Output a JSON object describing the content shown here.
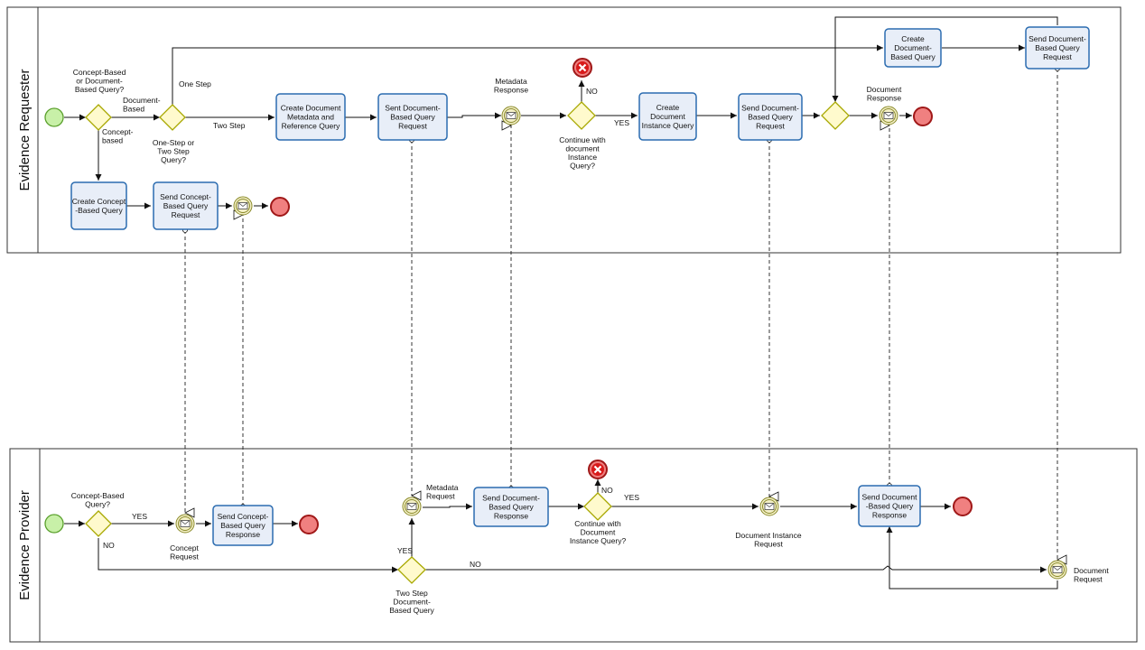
{
  "pools": {
    "requester": {
      "title": "Evidence Requester"
    },
    "provider": {
      "title": "Evidence Provider"
    }
  },
  "tasks": {
    "r_create_doc_based": [
      "Create",
      "Document-",
      "Based Query"
    ],
    "r_send_doc_based_top": [
      "Send Document-",
      "Based Query",
      "Request"
    ],
    "r_create_doc_metadata": [
      "Create Document",
      "Metadata and",
      "Reference Query"
    ],
    "r_sent_doc_based": [
      "Sent Document-",
      "Based Query",
      "Request"
    ],
    "r_create_doc_instance": [
      "Create",
      "Document",
      "Instance Query"
    ],
    "r_send_doc_based_mid": [
      "Send Document-",
      "Based Query",
      "Request"
    ],
    "r_create_concept": [
      "Create Concept",
      "-Based Query"
    ],
    "r_send_concept": [
      "Send Concept-",
      "Based Query",
      "Request"
    ],
    "p_send_concept_resp": [
      "Send Concept-",
      "Based Query",
      "Response"
    ],
    "p_send_doc_based_resp": [
      "Send Document-",
      "Based Query",
      "Response"
    ],
    "p_send_doc_based_resp2": [
      "Send Document",
      "-Based Query",
      "Response"
    ]
  },
  "labels": {
    "concept_or_doc_q": [
      "Concept-Based",
      "or Document-",
      "Based Query?"
    ],
    "document_based": [
      "Document-",
      "Based"
    ],
    "one_step": "One Step",
    "two_step": "Two Step",
    "concept_based": [
      "Concept-",
      "based"
    ],
    "one_or_two_step": [
      "One-Step or",
      "Two Step",
      "Query?"
    ],
    "metadata_response": [
      "Metadata",
      "Response"
    ],
    "no_top": "NO",
    "yes_top": "YES",
    "continue_doc_instance_q": [
      "Continue with",
      "document",
      "Instance",
      "Query?"
    ],
    "document_response": [
      "Document",
      "Response"
    ],
    "p_concept_based_q": [
      "Concept-Based",
      "Query?"
    ],
    "p_yes": "YES",
    "p_no": "NO",
    "concept_request": [
      "Concept",
      "Request"
    ],
    "metadata_request": [
      "Metadata",
      "Request"
    ],
    "two_step_yes": "YES",
    "p_no2": "NO",
    "two_step_doc_q": [
      "Two Step",
      "Document-",
      "Based Query"
    ],
    "p_continue_q": [
      "Continue with",
      "Document",
      "Instance Query?"
    ],
    "p_no3": "NO",
    "p_yes3": "YES",
    "document_instance_request": [
      "Document Instance",
      "Request"
    ],
    "document_request": [
      "Document",
      "Request"
    ]
  },
  "colors": {
    "task_fill": "#e8eef8",
    "task_stroke": "#2b6cb0",
    "gateway_fill": "#fffacd",
    "gateway_stroke": "#a8a800",
    "start_fill": "#c8f0a8",
    "start_stroke": "#5aa02c",
    "end_fill": "#f08080",
    "end_stroke": "#a01818",
    "msg_fill": "#f4f0c8",
    "msg_stroke": "#8a8a2a",
    "error_fill": "#d81b1b"
  },
  "icons": {
    "message": "envelope-icon",
    "error": "error-x-icon"
  }
}
